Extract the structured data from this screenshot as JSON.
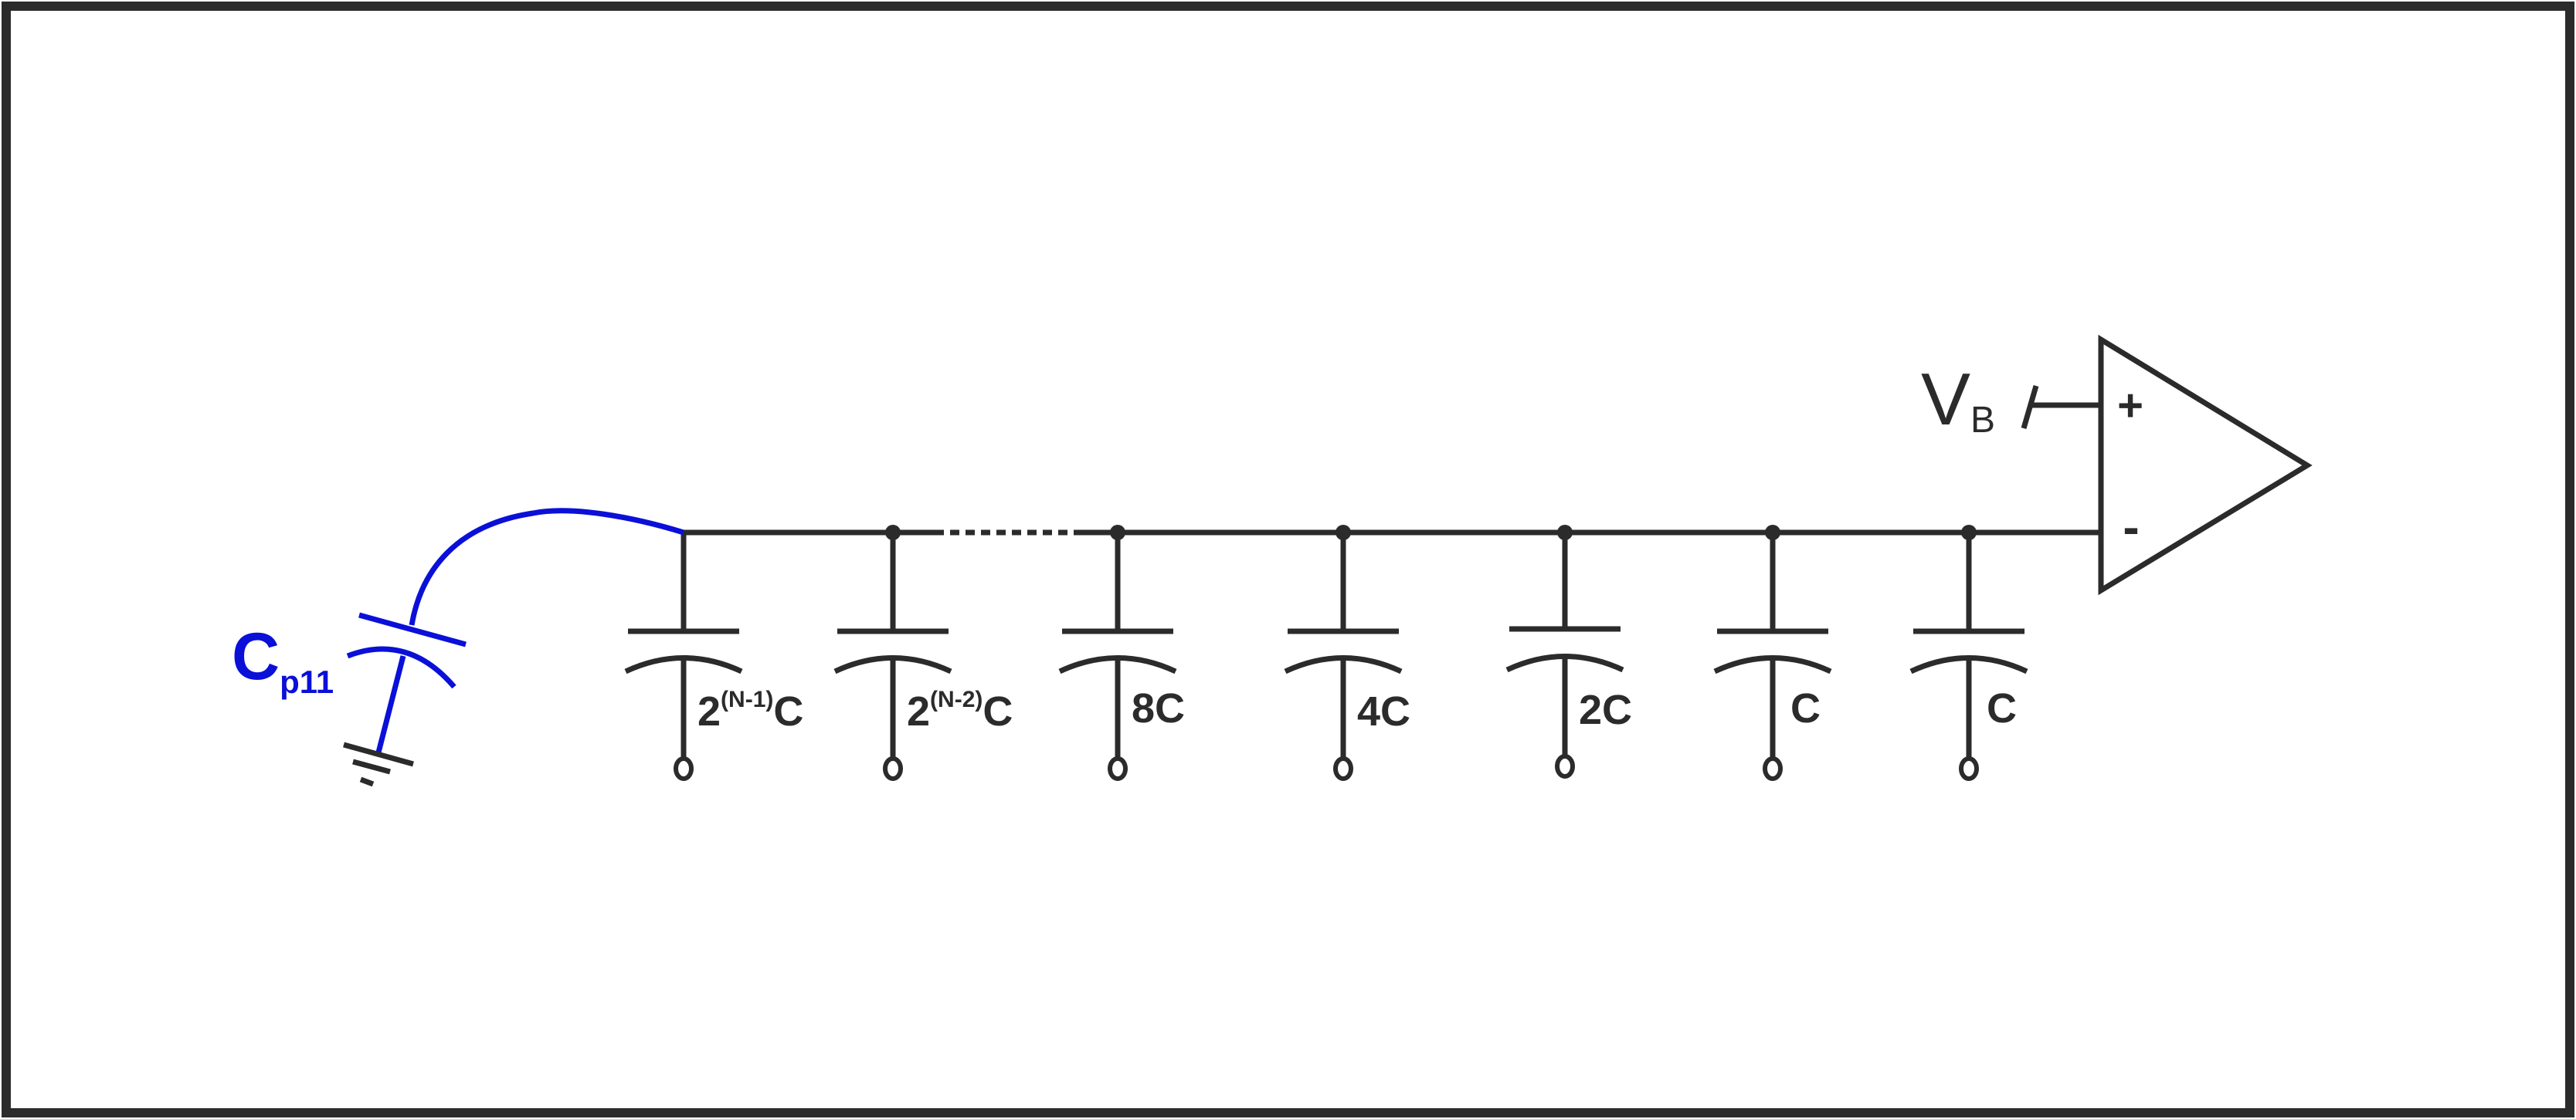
{
  "parasitic": {
    "main": "C",
    "sub": "p11"
  },
  "capacitors": [
    {
      "main": "2",
      "sup": "(N-1)",
      "tail": "C"
    },
    {
      "main": "2",
      "sup": "(N-2)",
      "tail": "C"
    },
    {
      "main": "8C",
      "sup": "",
      "tail": ""
    },
    {
      "main": "4C",
      "sup": "",
      "tail": ""
    },
    {
      "main": "2C",
      "sup": "",
      "tail": ""
    },
    {
      "main": "C",
      "sup": "",
      "tail": ""
    },
    {
      "main": "C",
      "sup": "",
      "tail": ""
    }
  ],
  "amplifier": {
    "plus": "+",
    "minus": "-",
    "bias_main": "V",
    "bias_sub": "B"
  },
  "colors": {
    "wire": "#2b2b2b",
    "parasitic": "#0a10d8",
    "frame": "#2b2b2b"
  }
}
